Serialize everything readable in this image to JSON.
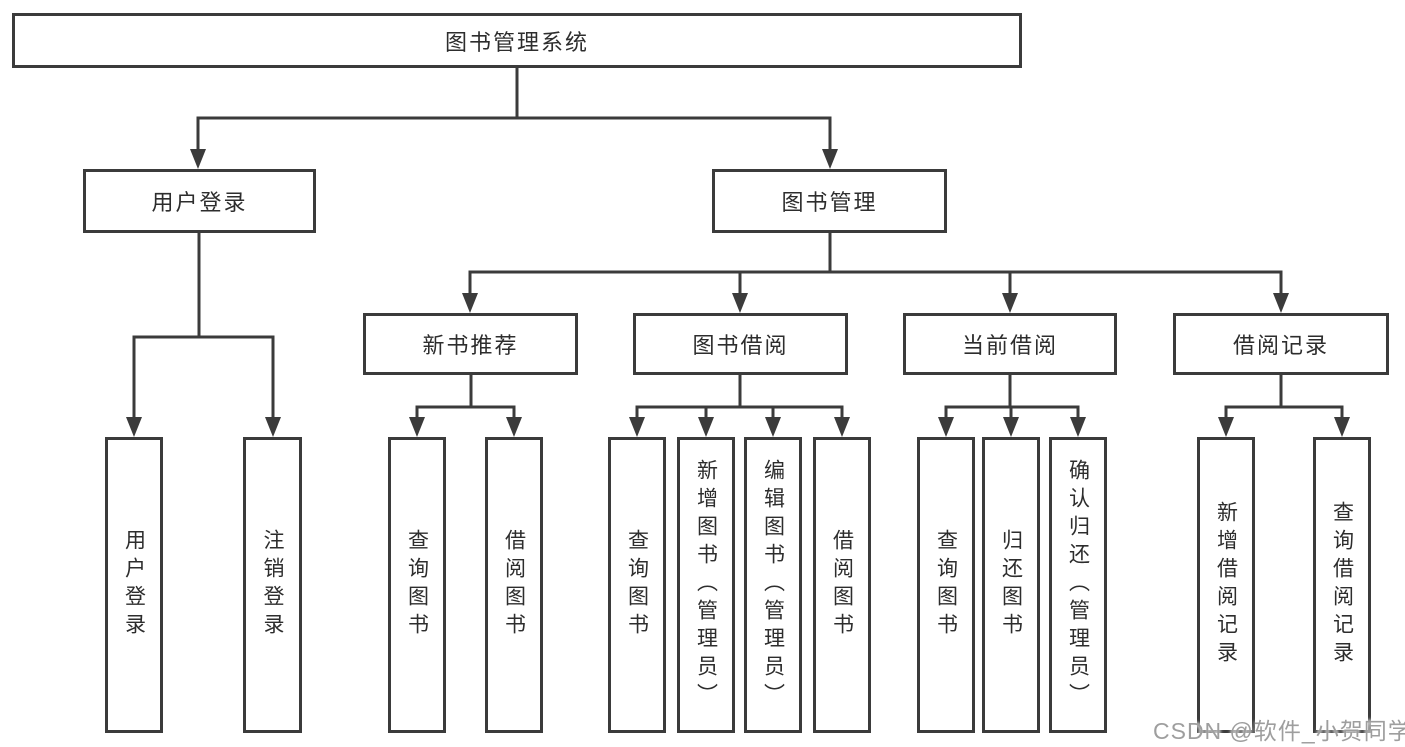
{
  "palette": {
    "line_color": "#3b3b3b",
    "box_border_color": "#3b3b3b",
    "text_color": "#2d2d2d",
    "background_color": "#ffffff",
    "watermark_color": "#9e9e9e"
  },
  "tree": {
    "root": "图书管理系统",
    "user_login": {
      "label": "用户登录",
      "children": [
        "用户登录",
        "注销登录"
      ]
    },
    "book_mgmt": {
      "label": "图书管理",
      "groups": [
        {
          "label": "新书推荐",
          "children": [
            "查询图书",
            "借阅图书"
          ]
        },
        {
          "label": "图书借阅",
          "children": [
            "查询图书",
            "新增图书（管理员）",
            "编辑图书（管理员）",
            "借阅图书"
          ]
        },
        {
          "label": "当前借阅",
          "children": [
            "查询图书",
            "归还图书",
            "确认归还（管理员）"
          ]
        },
        {
          "label": "借阅记录",
          "children": [
            "新增借阅记录",
            "查询借阅记录"
          ]
        }
      ]
    }
  },
  "watermark": "CSDN @软件_小贺同学"
}
